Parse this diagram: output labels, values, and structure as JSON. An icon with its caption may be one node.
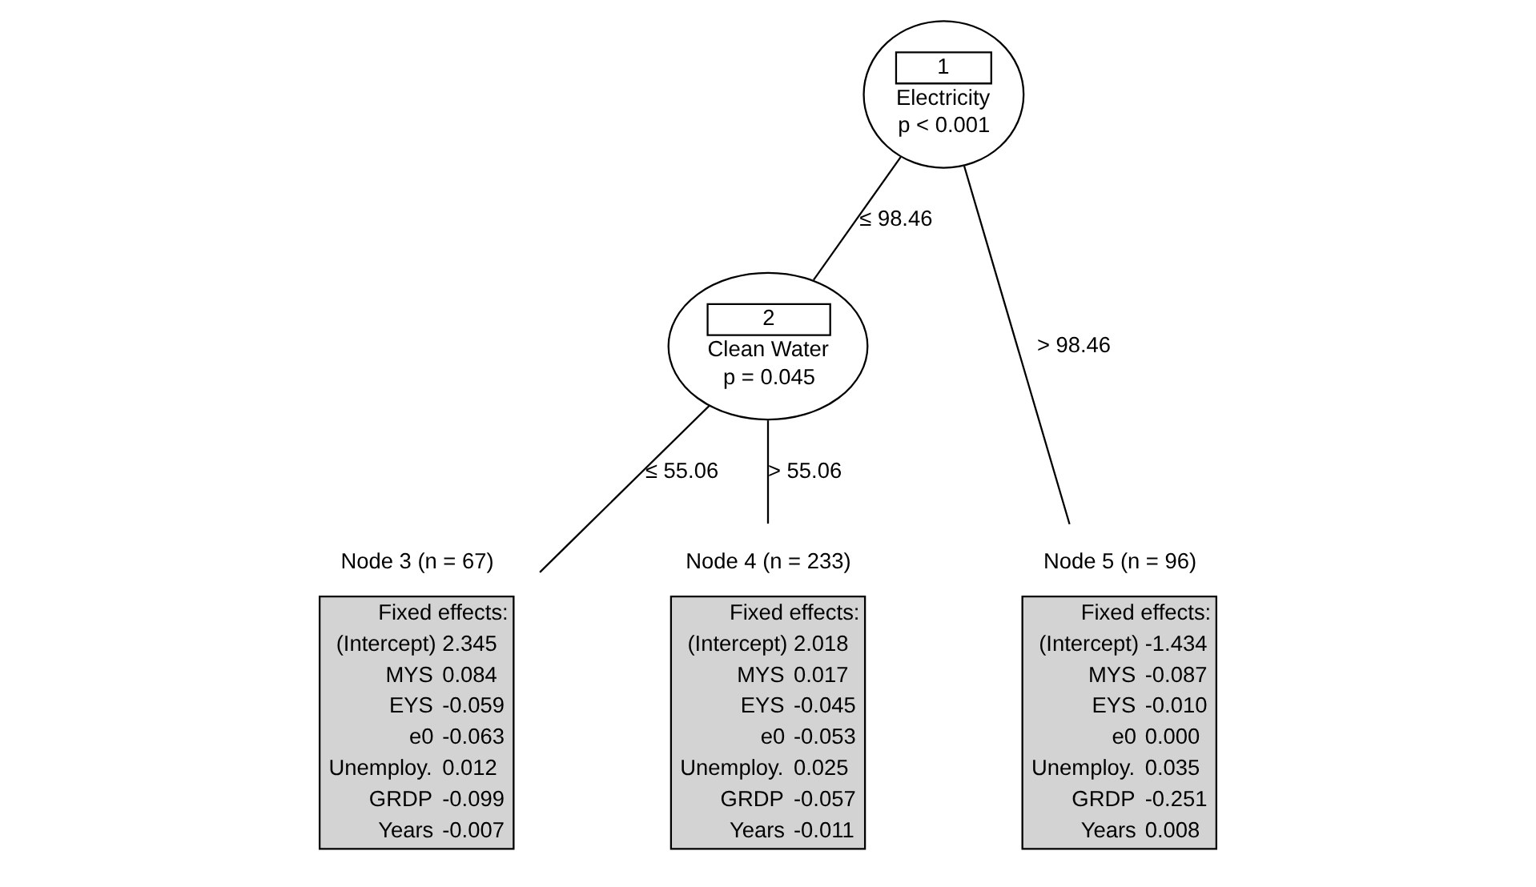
{
  "diagram": {
    "nodes": [
      {
        "text": [
          "1",
          "Electricity",
          "p < 0.001"
        ]
      },
      {
        "text": [
          "2",
          "Clean Water",
          "p = 0.045"
        ]
      },
      {
        "text": [
          "Node 3 (n = 67)",
          "Fixed effects:",
          "(Intercept) 2.345",
          "MYS 0.084",
          "EYS -0.059",
          "e0 -0.063",
          "Unemploy. 0.012",
          "GRDP -0.099",
          "Years -0.007"
        ]
      },
      {
        "text": [
          "Node 4 (n = 233)",
          "Fixed effects:",
          "(Intercept) 2.018",
          "MYS 0.017",
          "EYS -0.045",
          "e0 -0.053",
          "Unemploy. 0.025",
          "GRDP -0.057",
          "Years -0.011"
        ]
      },
      {
        "text": [
          "Node 5 (n = 96)",
          "Fixed effects:",
          "(Intercept) -1.434",
          "MYS -0.087",
          "EYS -0.010",
          "e0 0.000",
          "Unemploy. 0.035",
          "GRDP -0.251",
          "Years 0.008"
        ]
      }
    ],
    "edges": [
      {
        "from": 0,
        "to": 1,
        "arrow": "none",
        "label": "≤ 98.46"
      },
      {
        "from": 0,
        "to": 4,
        "arrow": "none",
        "label": "> 98.46"
      },
      {
        "from": 1,
        "to": 2,
        "arrow": "none",
        "label": "≤ 55.06"
      },
      {
        "from": 1,
        "to": 3,
        "arrow": "none",
        "label": "> 55.06"
      }
    ]
  }
}
